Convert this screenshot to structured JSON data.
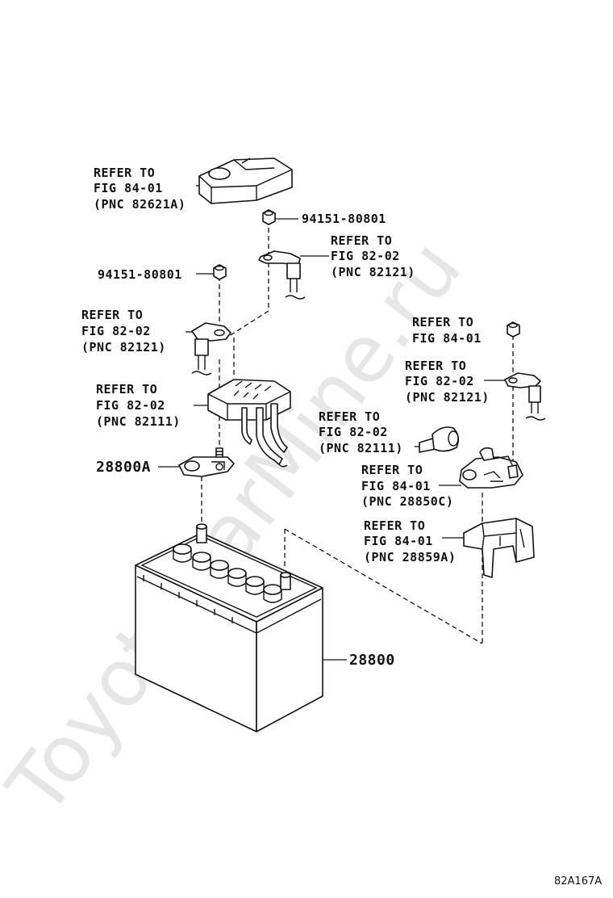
{
  "watermark": "ToyotaCarMine.ru",
  "figure_code": "82A167A",
  "callouts": {
    "main_fuse_block": [
      "REFER TO",
      "FIG 84-01",
      "(PNC 82621A)"
    ],
    "nut_upper": "94151-80801",
    "terminal_upper_right": [
      "REFER TO",
      "FIG 82-02",
      "(PNC 82121)"
    ],
    "nut_left": "94151-80801",
    "terminal_left": [
      "REFER TO",
      "FIG 82-02",
      "(PNC 82121)"
    ],
    "fusible_link_block": [
      "REFER TO",
      "FIG 82-02",
      "(PNC 82111)"
    ],
    "negative_clamp": "28800A",
    "nut_right": [
      "REFER TO",
      "FIG 84-01"
    ],
    "terminal_right": [
      "REFER TO",
      "FIG 82-02",
      "(PNC 82121)"
    ],
    "harness_plug": [
      "REFER TO",
      "FIG 82-02",
      "(PNC 82111)"
    ],
    "positive_clamp": [
      "REFER TO",
      "FIG 84-01",
      "(PNC 28850C)"
    ],
    "terminal_cover": [
      "REFER TO",
      "FIG 84-01",
      "(PNC 28859A)"
    ],
    "battery": "28800"
  }
}
